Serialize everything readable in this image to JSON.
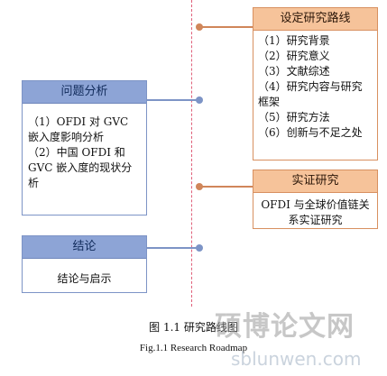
{
  "roadmap": {
    "research_route": {
      "title": "设定研究路线",
      "items": [
        "（1）研究背景",
        "（2）研究意义",
        "（3）文献综述",
        "（4）研究内容与研究框架",
        "（5）研究方法",
        "（6）创新与不足之处"
      ]
    },
    "problem_analysis": {
      "title": "问题分析",
      "items": [
        "（1）OFDI 对 GVC 嵌入度影响分析",
        "（2）中国 OFDI 和 GVC 嵌入度的现状分析"
      ]
    },
    "empirical_research": {
      "title": "实证研究",
      "body": "OFDI 与全球价值链关系实证研究"
    },
    "conclusion": {
      "title": "结论",
      "body": "结论与启示"
    }
  },
  "caption": {
    "cn": "图 1.1 研究路线图",
    "en": "Fig.1.1 Research Roadmap"
  },
  "watermark": {
    "cn": "硕博论文网",
    "url": "sblunwen.com"
  },
  "colors": {
    "spine": "#e0607a",
    "connector_orange": "#d0865a",
    "connector_blue": "#7d94c6",
    "blue_header": "#8da4d6",
    "orange_header": "#f6c39a"
  }
}
